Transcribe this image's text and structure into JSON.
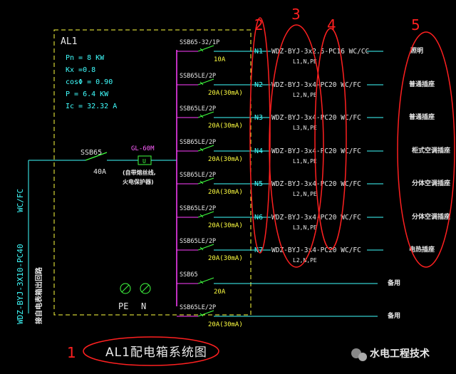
{
  "panel": {
    "id": "AL1",
    "params": [
      "Pn = 8 KW",
      "Kx =0.8",
      "cosΦ = 0.90",
      "P = 6.4 KW",
      "Ic = 32.32 A"
    ],
    "main_breaker": "SSB65",
    "main_rating": "40A",
    "spd_label": "GL-60M",
    "spd_symbol": "U",
    "spd_note_1": "(自带熔丝线,",
    "spd_note_2": "火电保护器)",
    "pe_label": "PE",
    "n_label": "N",
    "incoming_cable": "WDZ-BYJ-3X10-PC40",
    "incoming_method": "WC/FC",
    "incoming_note": "接自电表箱出回路"
  },
  "circuits": [
    {
      "breaker": "SSB65-32/1P",
      "rating": "10A",
      "id": "N1",
      "cable": "WDZ-BYJ-3x2.5-PC16 WC/CC",
      "phases": "L1,N,PE",
      "load": "照明"
    },
    {
      "breaker": "SSB65LE/2P",
      "rating": "20A(30mA)",
      "id": "N2",
      "cable": "WDZ-BYJ-3x4-PC20 WC/FC",
      "phases": "L2,N,PE",
      "load": "普通插座"
    },
    {
      "breaker": "SSB65LE/2P",
      "rating": "20A(30mA)",
      "id": "N3",
      "cable": "WDZ-BYJ-3x4-PC20 WC/FC",
      "phases": "L3,N,PE",
      "load": "普通插座"
    },
    {
      "breaker": "SSB65LE/2P",
      "rating": "20A(30mA)",
      "id": "N4",
      "cable": "WDZ-BYJ-3x4-PC20 WC/FC",
      "phases": "L1,N,PE",
      "load": "柜式空调插座"
    },
    {
      "breaker": "SSB65LE/2P",
      "rating": "20A(30mA)",
      "id": "N5",
      "cable": "WDZ-BYJ-3x4-PC20 WC/FC",
      "phases": "L2,N,PE",
      "load": "分体空调插座"
    },
    {
      "breaker": "SSB65LE/2P",
      "rating": "20A(30mA)",
      "id": "N6",
      "cable": "WDZ-BYJ-3x4-PC20 WC/FC",
      "phases": "L3,N,PE",
      "load": "分体空调插座"
    },
    {
      "breaker": "SSB65LE/2P",
      "rating": "20A(30mA)",
      "id": "N7",
      "cable": "WDZ-BYJ-3x4-PC20 WC/FC",
      "phases": "L2,N,PE",
      "load": "电热插座"
    },
    {
      "breaker": "SSB65",
      "rating": "20A",
      "id": "",
      "cable": "",
      "phases": "",
      "load": "备用"
    },
    {
      "breaker": "SSB65LE/2P",
      "rating": "20A(30mA)",
      "id": "",
      "cable": "",
      "phases": "",
      "load": "备用"
    }
  ],
  "annotations": {
    "n1": "1",
    "n2": "2",
    "n3": "3",
    "n4": "4",
    "n5": "5",
    "title": "AL1配电箱系统图"
  },
  "watermark": "水电工程技术",
  "colors": {
    "background": "#000000",
    "box": "#ffff40",
    "bus": "#ff40ff",
    "wire": "#40ffff",
    "annotation": "#ff2020",
    "breaker": "#40ff40"
  }
}
